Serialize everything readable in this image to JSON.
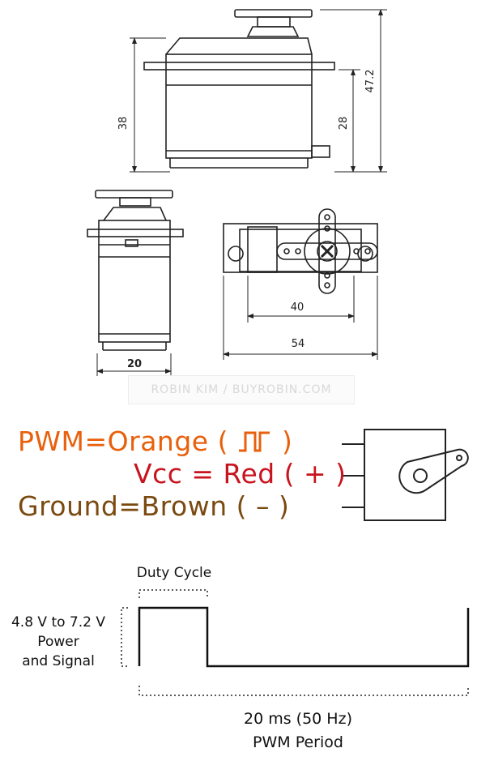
{
  "dimensions": {
    "total_height": "47.2",
    "body_height": "38",
    "flange_height": "28",
    "width": "20",
    "hole_spacing": "40",
    "total_length": "54"
  },
  "watermark": "ROBIN KIM / BUYROBIN.COM",
  "wiring": {
    "pwm": {
      "label": "PWM=Orange",
      "symbol": "(",
      "symbol_end": ")",
      "color": "#e8600c"
    },
    "vcc": {
      "label": "Vcc = Red ( + )",
      "color": "#c8141e"
    },
    "ground": {
      "label": "Ground=Brown ( – )",
      "color": "#7a4a10"
    }
  },
  "signal": {
    "duty_cycle": "Duty Cycle",
    "voltage_line1": "4.8 V to 7.2 V",
    "voltage_line2": "Power",
    "voltage_line3": "and Signal",
    "period_line1": "20 ms (50 Hz)",
    "period_line2": "PWM Period"
  }
}
